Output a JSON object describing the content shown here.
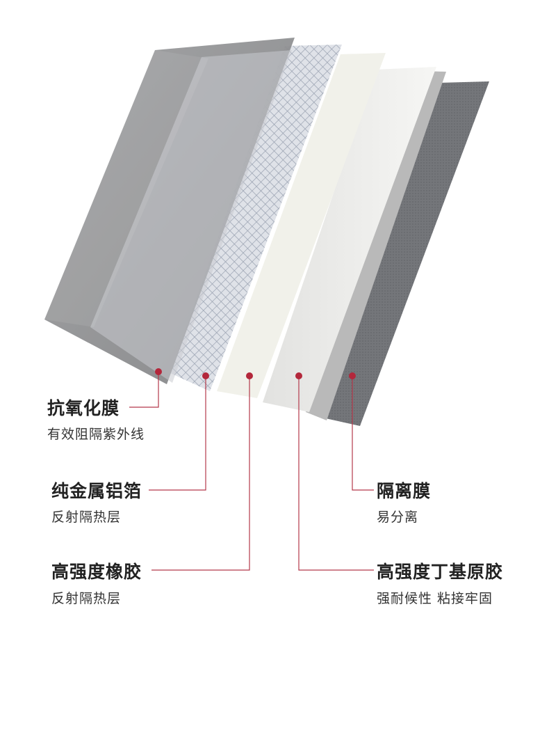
{
  "colors": {
    "accent_line": "#b3384a",
    "marker": "#b3273b",
    "layer_film": "#8a8b8d",
    "layer_foil": "#c7cbd2",
    "layer_rubber": "#f2f2ea",
    "layer_butyl": "#ececec",
    "layer_release": "#6d6e72"
  },
  "layers": [
    {
      "title": "抗氧化膜",
      "desc": "有效阻隔紫外线"
    },
    {
      "title": "纯金属铝箔",
      "desc": "反射隔热层"
    },
    {
      "title": "高强度橡胶",
      "desc": "反射隔热层"
    },
    {
      "title": "高强度丁基原胶",
      "desc": "强耐候性 粘接牢固"
    },
    {
      "title": "隔离膜",
      "desc": "易分离"
    }
  ]
}
